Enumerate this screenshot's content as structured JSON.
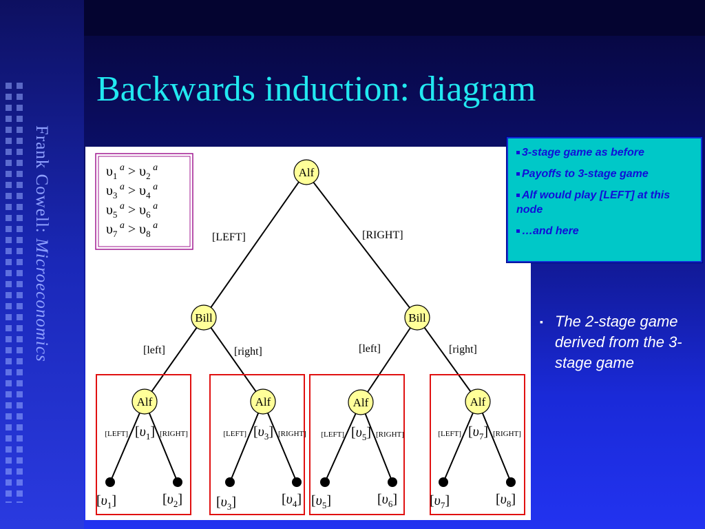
{
  "slide": {
    "title": "Backwards induction: diagram",
    "author": "Frank Cowell:",
    "course": "Microeconomics"
  },
  "info_box": {
    "items": [
      "3-stage game as before",
      "Payoffs to 3-stage game",
      "Alf would play [LEFT]  at this node",
      "…and here"
    ]
  },
  "note": {
    "bullet": "▪",
    "text": "The 2-stage game derived from the 3-stage game"
  },
  "conditions": [
    {
      "lhs": "υ",
      "lsub": "1",
      "rhs": "υ",
      "rsub": "2",
      "sup": "a"
    },
    {
      "lhs": "υ",
      "lsub": "3",
      "rhs": "υ",
      "rsub": "4",
      "sup": "a"
    },
    {
      "lhs": "υ",
      "lsub": "5",
      "rhs": "υ",
      "rsub": "6",
      "sup": "a"
    },
    {
      "lhs": "υ",
      "lsub": "7",
      "rhs": "υ",
      "rsub": "8",
      "sup": "a"
    }
  ],
  "tree": {
    "root": {
      "label": "Alf",
      "left": "[LEFT]",
      "right": "[RIGHT]"
    },
    "bill_left": {
      "label": "Bill",
      "left": "[left]",
      "right": "[right]"
    },
    "bill_right": {
      "label": "Bill",
      "left": "[left]",
      "right": "[right]"
    },
    "subgames": [
      {
        "player": "Alf",
        "left": "[LEFT]",
        "right": "[RIGHT]",
        "value": "υ",
        "value_sub": "1",
        "payoffs": [
          {
            "v": "υ",
            "s": "1"
          },
          {
            "v": "υ",
            "s": "2"
          }
        ]
      },
      {
        "player": "Alf",
        "left": "[LEFT]",
        "right": "[RIGHT]",
        "value": "υ",
        "value_sub": "3",
        "payoffs": [
          {
            "v": "υ",
            "s": "3"
          },
          {
            "v": "υ",
            "s": "4"
          }
        ]
      },
      {
        "player": "Alf",
        "left": "[LEFT]",
        "right": "[RIGHT]",
        "value": "υ",
        "value_sub": "5",
        "payoffs": [
          {
            "v": "υ",
            "s": "5"
          },
          {
            "v": "υ",
            "s": "6"
          }
        ]
      },
      {
        "player": "Alf",
        "left": "[LEFT]",
        "right": "[RIGHT]",
        "value": "υ",
        "value_sub": "7",
        "payoffs": [
          {
            "v": "υ",
            "s": "7"
          },
          {
            "v": "υ",
            "s": "8"
          }
        ]
      }
    ]
  },
  "colors": {
    "node_fill": "#ffff99",
    "subgame_box": "#e01010",
    "conditions_box": "#a01890",
    "title": "#22e8f0",
    "info_bg": "#00c8c8",
    "info_text": "#1010d8"
  }
}
